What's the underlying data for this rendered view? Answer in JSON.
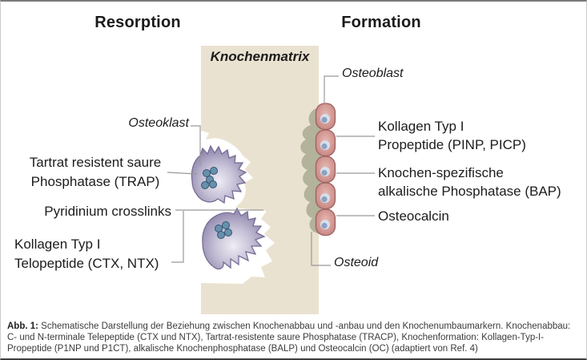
{
  "titles": {
    "left": "Resorption",
    "right": "Formation"
  },
  "matrix": {
    "label": "Knochenmatrix"
  },
  "resorption": {
    "cell_label": "Osteoklast",
    "markers": [
      {
        "lines": [
          "Tartrat resistent saure",
          "Phosphatase (TRAP)"
        ]
      },
      {
        "lines": [
          "Pyridinium crosslinks"
        ]
      },
      {
        "lines": [
          "Kollagen Typ I",
          "Telopeptide (CTX, NTX)"
        ]
      }
    ]
  },
  "formation": {
    "cell_label": "Osteoblast",
    "layer_label": "Osteoid",
    "markers": [
      {
        "lines": [
          "Kollagen Typ I",
          "Propeptide (PINP, PICP)"
        ]
      },
      {
        "lines": [
          "Knochen-spezifische",
          "alkalische Phosphatase (BAP)"
        ]
      },
      {
        "lines": [
          "Osteocalcin"
        ]
      }
    ]
  },
  "caption": {
    "label": "Abb. 1:",
    "text": " Schematische Darstellung der Beziehung zwischen Knochenabbau und -anbau und den Knochenumbaumarkern. Knochenabbau: C- und N-terminale Telepeptide (CTX und NTX), Tartrat-resistente saure Phosphatase (TRACP), Knochenformation: Kollagen-Typ-I-Propeptide (P1NP und P1CT), alkalische Knochenphosphatase (BALP) und Osteocalcin (OC) (adaptiert von Ref. 4)"
  },
  "colors": {
    "bone_matrix": "#eae2d0",
    "osteoid": "#b3b29b",
    "osteoclast": "#9a91b5",
    "osteoclast_nucleus": "#6790ad",
    "osteoblast": "#cb8f8c",
    "osteoblast_nucleus": "#8aa2c2",
    "leader_line": "#999999"
  }
}
